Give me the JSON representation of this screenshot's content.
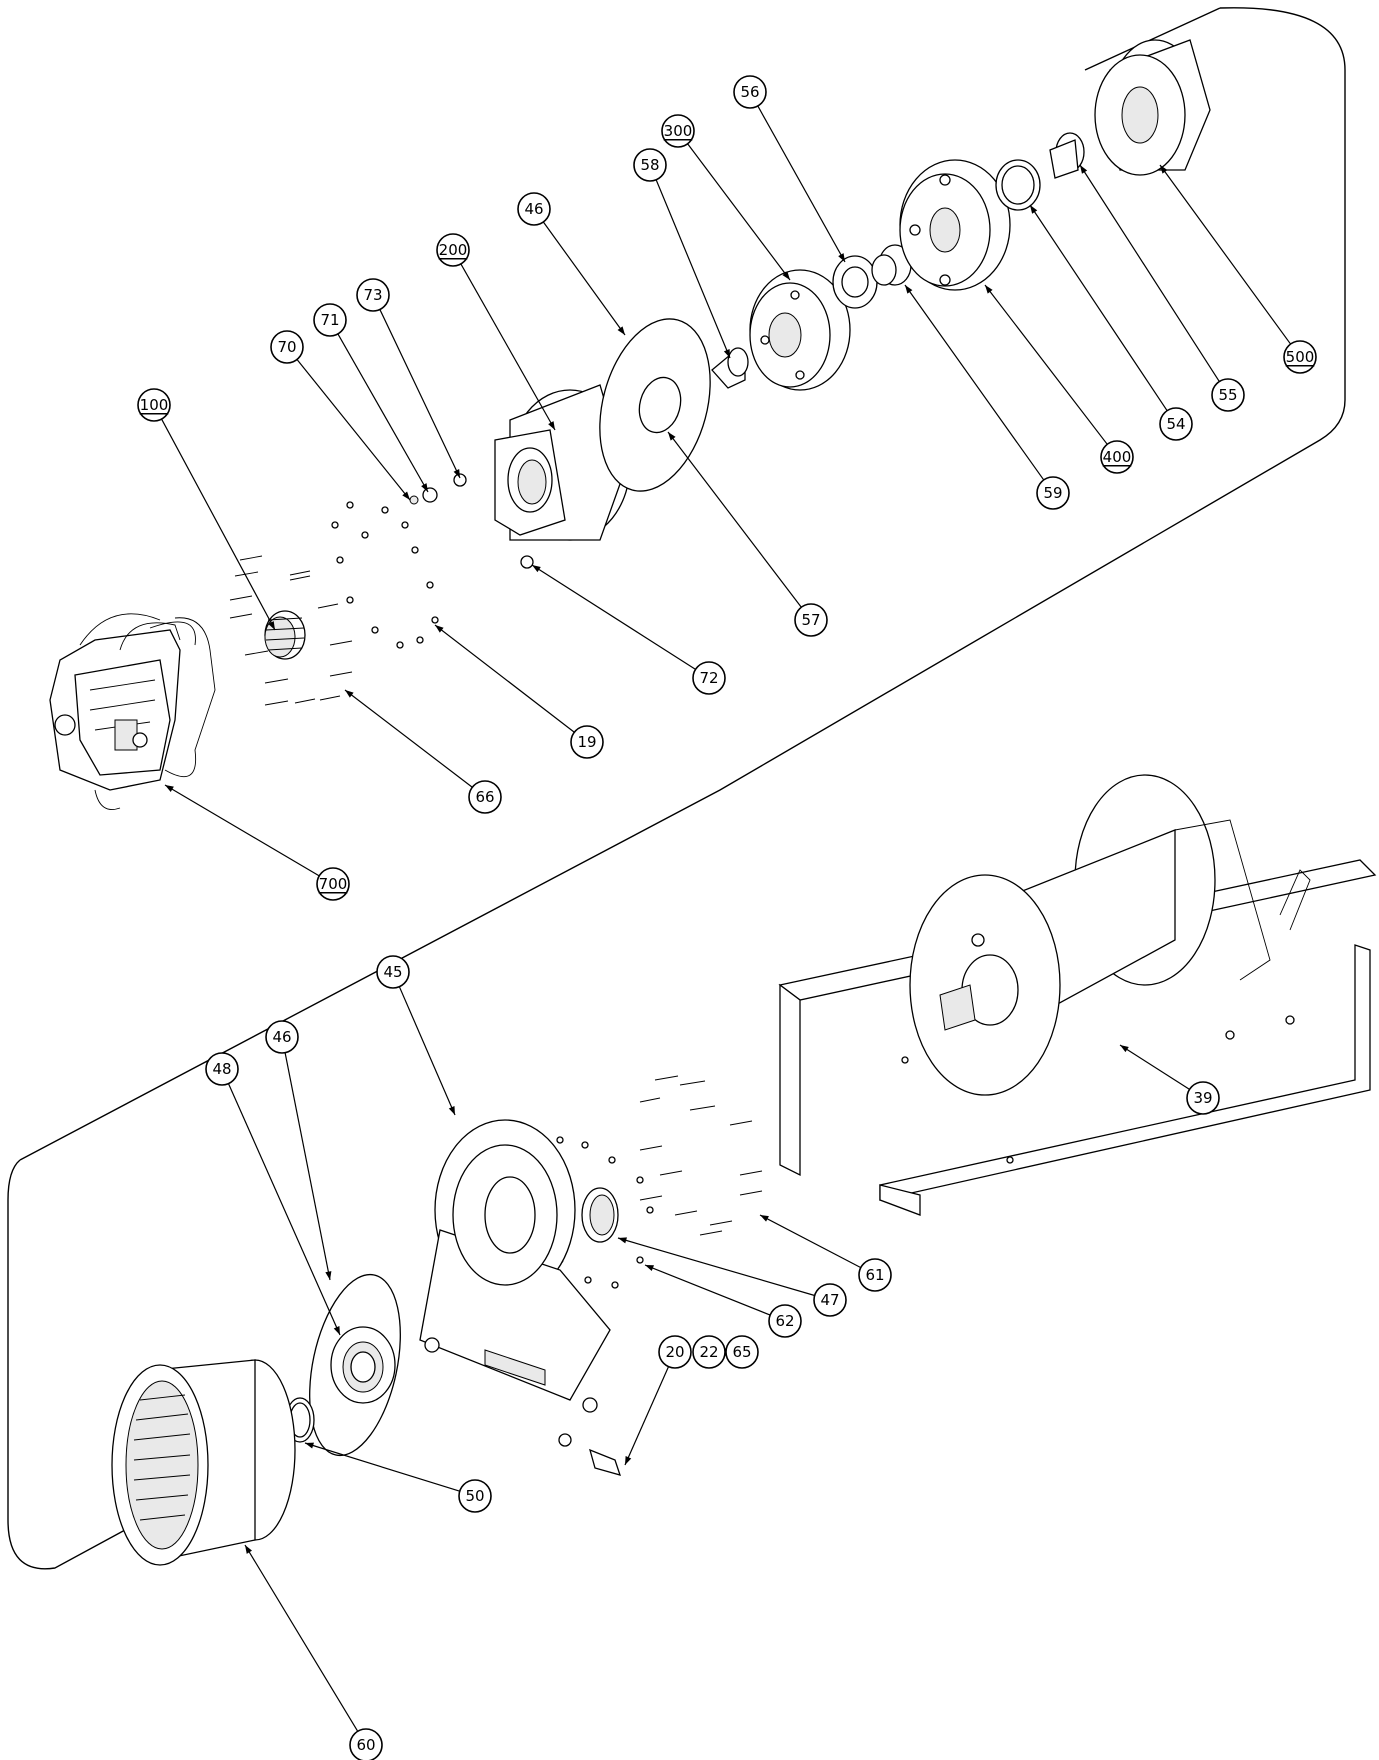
{
  "colors": {
    "line": "#000000",
    "background": "#ffffff",
    "shade": "#e9e9e9"
  },
  "callouts": [
    {
      "id": "100",
      "label": "100",
      "underline": true
    },
    {
      "id": "70",
      "label": "70",
      "underline": false
    },
    {
      "id": "71",
      "label": "71",
      "underline": false
    },
    {
      "id": "73",
      "label": "73",
      "underline": false
    },
    {
      "id": "200",
      "label": "200",
      "underline": true
    },
    {
      "id": "46a",
      "label": "46",
      "underline": false
    },
    {
      "id": "58",
      "label": "58",
      "underline": false
    },
    {
      "id": "300",
      "label": "300",
      "underline": true
    },
    {
      "id": "56",
      "label": "56",
      "underline": false
    },
    {
      "id": "500",
      "label": "500",
      "underline": true
    },
    {
      "id": "55",
      "label": "55",
      "underline": false
    },
    {
      "id": "54",
      "label": "54",
      "underline": false
    },
    {
      "id": "400",
      "label": "400",
      "underline": true
    },
    {
      "id": "59",
      "label": "59",
      "underline": false
    },
    {
      "id": "57",
      "label": "57",
      "underline": false
    },
    {
      "id": "72",
      "label": "72",
      "underline": false
    },
    {
      "id": "19",
      "label": "19",
      "underline": false
    },
    {
      "id": "66",
      "label": "66",
      "underline": false
    },
    {
      "id": "700",
      "label": "700",
      "underline": true
    },
    {
      "id": "45",
      "label": "45",
      "underline": false
    },
    {
      "id": "46b",
      "label": "46",
      "underline": false
    },
    {
      "id": "48",
      "label": "48",
      "underline": false
    },
    {
      "id": "39",
      "label": "39",
      "underline": false
    },
    {
      "id": "61",
      "label": "61",
      "underline": false
    },
    {
      "id": "47",
      "label": "47",
      "underline": false
    },
    {
      "id": "62",
      "label": "62",
      "underline": false
    },
    {
      "id": "20",
      "label": "20",
      "underline": false
    },
    {
      "id": "22",
      "label": "22",
      "underline": false
    },
    {
      "id": "65",
      "label": "65",
      "underline": false
    },
    {
      "id": "50",
      "label": "50",
      "underline": false
    },
    {
      "id": "60",
      "label": "60",
      "underline": false
    }
  ]
}
